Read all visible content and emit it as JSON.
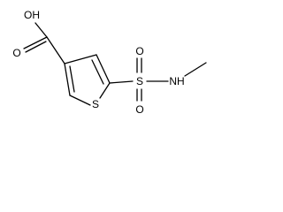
{
  "atoms": {
    "hydroxyl": "OH",
    "carbonyl_oxygen": "O",
    "ring_sulfur": "S",
    "sulfonyl_sulfur": "S",
    "sulfonyl_oxygen_top": "O",
    "sulfonyl_oxygen_bottom": "O",
    "amine": "NH"
  }
}
